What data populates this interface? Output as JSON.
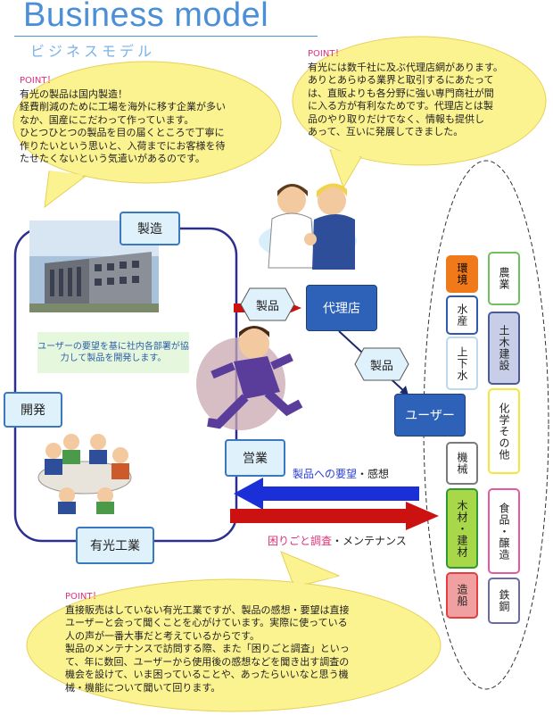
{
  "header": {
    "title": "Business model",
    "subtitle": "ビジネスモデル"
  },
  "bubbles": {
    "left": {
      "point": "POINT！",
      "lines": [
        "有光の製品は国内製造！",
        "経費削減のために工場を海外に移す企業が多い",
        "なか、国産にこだわって作っています。",
        "ひとつひとつの製品を目の届くところで丁寧に",
        "作りたいという思いと、入荷までにお客様を待",
        "たせたくないという気遣いがあるのです。"
      ]
    },
    "right": {
      "point": "POINT！",
      "lines": [
        "有光には数千社に及ぶ代理店網があります。",
        "ありとあらゆる業界と取引するにあたって",
        "は、直販よりも各分野に強い専門商社が間",
        "に入る方が有利なためです。代理店とは製",
        "品のやり取りだけでなく、情報も提供し",
        "あって、互いに発展してきました。"
      ]
    },
    "bottom": {
      "point": "POINT！",
      "lines": [
        "直接販売はしていない有光工業ですが、製品の感想・要望は直接",
        "ユーザーと会って聞くことを心がけています。実際に使っている",
        "人の声が一番大事だと考えているからです。",
        "製品のメンテナンスで訪問する際、また「困りごと調査」といっ",
        "て、年に数回、ユーザーから使用後の感想などを聞き出す調査の",
        "機会を設けて、いま困っていることや、あったらいいなと思う機",
        "械・機能について聞いて回ります。"
      ]
    }
  },
  "flow": {
    "manufacturing": "製造",
    "development": "開発",
    "company": "有光工業",
    "sales": "営業",
    "agency": "代理店",
    "user": "ユーザー",
    "product_label_1": "製品",
    "product_label_2": "製品",
    "note": "ユーザーの要望を基に社内各部署が協力して製品を開発します。",
    "feedback_highlight": "製品への要望",
    "feedback_rest": "・感想",
    "survey_highlight": "困りごと調査",
    "survey_rest": "・メンテナンス"
  },
  "industries": {
    "col1": [
      {
        "label": "環境",
        "border": "#f07a1a",
        "fill": "#f07a1a",
        "text": "#000000"
      },
      {
        "label": "水産",
        "border": "#2d5ab0",
        "fill": "#ffffff",
        "text": "#222222"
      },
      {
        "label": "上下水",
        "border": "#bcd9ef",
        "fill": "#ffffff",
        "text": "#222222"
      },
      {
        "label": "機械",
        "border": "#7a7a7a",
        "fill": "#ffffff",
        "text": "#222222"
      },
      {
        "label": "木材・建材",
        "border": "#2f9a2f",
        "fill": "#a8d84a",
        "text": "#222222"
      },
      {
        "label": "造船",
        "border": "#e43f3f",
        "fill": "#f0a0a0",
        "text": "#222222"
      }
    ],
    "col2": [
      {
        "label": "農業",
        "border": "#6fc05f",
        "fill": "#ffffff",
        "text": "#222222"
      },
      {
        "label": "土木建設",
        "border": "#4a5a9a",
        "fill": "#c8cee8",
        "text": "#222222"
      },
      {
        "label": "化学その他",
        "border": "#f4e63a",
        "fill": "#ffffff",
        "text": "#222222"
      },
      {
        "label": "食品・醸造",
        "border": "#e45aa0",
        "fill": "#ffffff",
        "text": "#222222"
      },
      {
        "label": "鉄鋼",
        "border": "#6a6aa8",
        "fill": "#ffffff",
        "text": "#222222"
      }
    ]
  },
  "colors": {
    "accent_blue": "#4a8fd8",
    "bubble_yellow": "#fbf290",
    "arrow_red": "#cc1111",
    "arrow_blue": "#1a2fd8",
    "highlight_pink": "#e0307a"
  }
}
